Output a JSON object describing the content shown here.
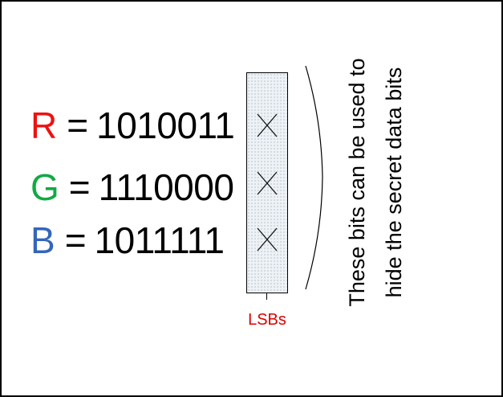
{
  "rows": [
    {
      "letter": "R",
      "equals": "=",
      "bits": "1010011",
      "letter_color": "#ee1111"
    },
    {
      "letter": "G",
      "equals": "=",
      "bits": "1110000",
      "letter_color": "#11aa44"
    },
    {
      "letter": "B",
      "equals": "=",
      "bits": "1011111",
      "letter_color": "#3366bb"
    }
  ],
  "lsb_marker": "X",
  "lsb_label": "LSBs",
  "lsb_label_color": "#dd0000",
  "annotation": {
    "line1": "These bits can be used to",
    "line2": "hide the secret data bits"
  }
}
